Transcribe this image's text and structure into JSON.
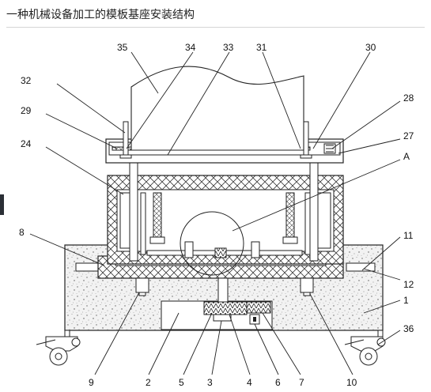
{
  "page": {
    "title": "一种机械设备加工的模板基座安装结构"
  },
  "part_labels": [
    "35",
    "34",
    "33",
    "31",
    "30",
    "32",
    "28",
    "29",
    "27",
    "24",
    "A",
    "8",
    "11",
    "12",
    "1",
    "36",
    "9",
    "2",
    "5",
    "3",
    "4",
    "6",
    "7",
    "10"
  ]
}
